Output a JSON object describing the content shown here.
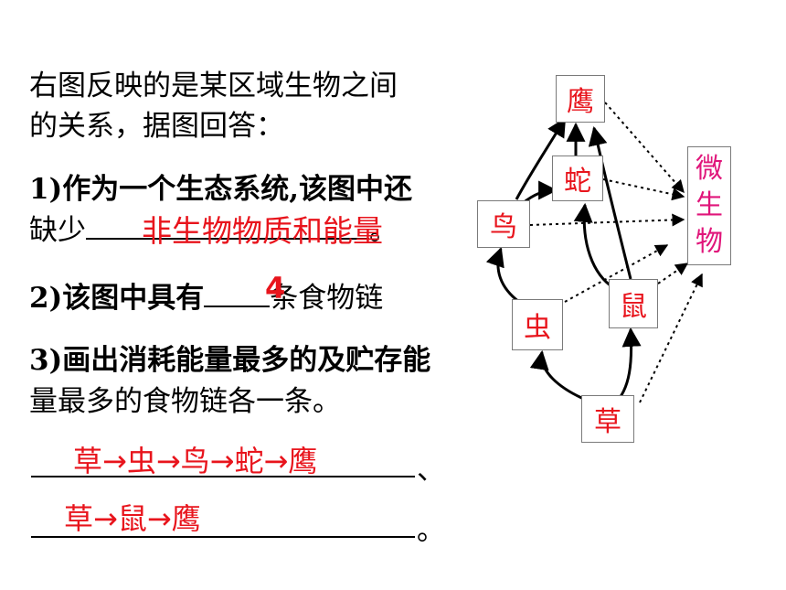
{
  "question": {
    "intro_line1": "右图反映的是某区域生物之间",
    "intro_line2": "的关系，据图回答：",
    "q1_line1": "1)作为一个生态系统,该图中还",
    "q1_prefix": "缺少",
    "q1_suffix": "。",
    "q1_answer": "非生物物质和能量",
    "q2_prefix": "2)该图中具有",
    "q2_suffix": "条食物链",
    "q2_answer": "4",
    "q3_line1": "3)画出消耗能量最多的及贮存能",
    "q3_line2": "量最多的食物链各一条。",
    "q3_answer1": "草→虫→鸟→蛇→鹰",
    "q3_sep": "、",
    "q3_answer2": "草→鼠→鹰",
    "q3_end": "。"
  },
  "food_web": {
    "nodes": {
      "eagle": "鹰",
      "snake": "蛇",
      "bird": "鸟",
      "rat": "鼠",
      "insect": "虫",
      "grass": "草",
      "microbe": [
        "微",
        "生",
        "物"
      ]
    },
    "colors": {
      "organism_text": "#e8141c",
      "microbe_text": "#e0157a",
      "arrow": "#000000"
    }
  }
}
